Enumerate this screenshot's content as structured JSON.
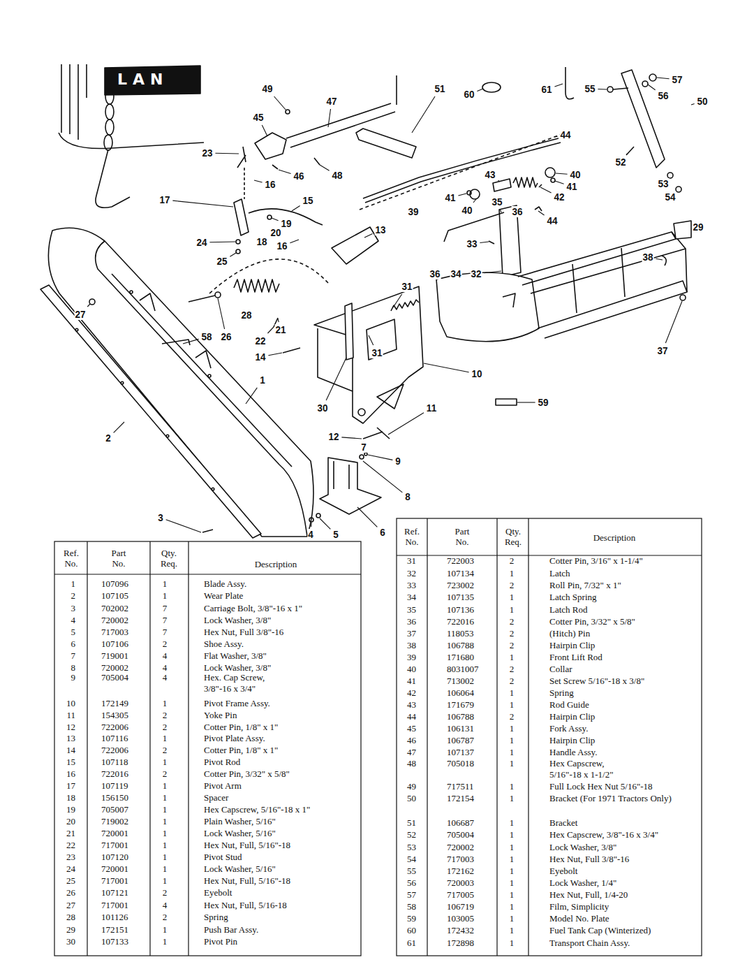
{
  "diagram": {
    "labels": [
      "LAN",
      "49",
      "47",
      "51",
      "60",
      "61",
      "55",
      "57",
      "56",
      "50",
      "45",
      "23",
      "44",
      "46",
      "48",
      "16",
      "17",
      "15",
      "43",
      "40",
      "41",
      "42",
      "41",
      "40",
      "35",
      "36",
      "52",
      "53",
      "54",
      "39",
      "44",
      "19",
      "13",
      "29",
      "24",
      "18",
      "20",
      "16",
      "33",
      "25",
      "38",
      "36",
      "34",
      "32",
      "31",
      "27",
      "28",
      "22",
      "21",
      "58",
      "26",
      "31",
      "14",
      "37",
      "10",
      "1",
      "30",
      "59",
      "11",
      "2",
      "12",
      "7",
      "9",
      "8",
      "3",
      "4",
      "5",
      "6",
      "Ref. No.",
      "Part No.",
      "Qty. Req.",
      "Description",
      "1",
      "107096",
      "1",
      "Blade Assy.",
      "2",
      "107105",
      "1",
      "Wear Plate",
      "3",
      "702002",
      "7",
      "Carriage Bolt, 3/8\"-16 x 1\"",
      "4",
      "720002",
      "7",
      "Lock Washer, 3/8\"",
      "5",
      "717003",
      "7",
      "Hex Nut, Full 3/8\"-16",
      "6",
      "107106",
      "2",
      "Shoe Assy.",
      "7",
      "719001",
      "4",
      "Flat Washer, 3/8\"",
      "8",
      "720002",
      "4",
      "Lock Washer, 3/8\"",
      "9",
      "705004",
      "4",
      "Hex. Cap Screw, 3/8\"-16 x 3/4\"",
      "10",
      "172149",
      "1",
      "Pivot Frame Assy.",
      "11",
      "154305",
      "2",
      "Yoke Pin",
      "12",
      "722006",
      "2",
      "Cotter Pin, 1/8\" x 1\"",
      "13",
      "107116",
      "1",
      "Pivot Plate Assy.",
      "14",
      "722006",
      "2",
      "Cotter Pin, 1/8\" x 1\"",
      "15",
      "107118",
      "1",
      "Pivot Rod",
      "16",
      "722016",
      "2",
      "Cotter Pin, 3/32\" x 5/8\"",
      "17",
      "107119",
      "1",
      "Pivot Arm",
      "18",
      "156150",
      "1",
      "Spacer",
      "19",
      "705007",
      "1",
      "Hex Capscrew, 5/16\"-18 x 1\"",
      "20",
      "719002",
      "1",
      "Plain Washer, 5/16\"",
      "21",
      "720001",
      "1",
      "Lock Washer, 5/16\"",
      "22",
      "717001",
      "1",
      "Hex Nut, Full, 5/16\"-18",
      "23",
      "107120",
      "1",
      "Pivot Stud",
      "24",
      "720001",
      "1",
      "Lock Washer, 5/16\"",
      "25",
      "717001",
      "1",
      "Hex Nut, Full, 5/16\"-18",
      "26",
      "107121",
      "2",
      "Eyebolt",
      "27",
      "717001",
      "4",
      "Hex Nut, Full, 5/16-18",
      "28",
      "101126",
      "2",
      "Spring",
      "29",
      "172151",
      "1",
      "Push Bar Assy.",
      "30",
      "107133",
      "1",
      "Pivot Pin",
      "Ref. No.",
      "Part No.",
      "Qty. Req.",
      "Description",
      "31",
      "722003",
      "2",
      "Cotter Pin, 3/16\" x 1-1/4\"",
      "32",
      "107134",
      "1",
      "Latch",
      "33",
      "723002",
      "2",
      "Roll Pin, 7/32\" x 1\"",
      "34",
      "107135",
      "1",
      "Latch Spring",
      "35",
      "107136",
      "1",
      "Latch Rod",
      "36",
      "722016",
      "2",
      "Cotter Pin, 3/32\" x 5/8\"",
      "37",
      "118053",
      "2",
      "(Hitch) Pin",
      "38",
      "106788",
      "2",
      "Hairpin Clip",
      "39",
      "171680",
      "1",
      "Front Lift Rod",
      "40",
      "8031007",
      "2",
      "Collar",
      "41",
      "713002",
      "2",
      "Set Screw 5/16\"-18 x 3/8\"",
      "42",
      "106064",
      "1",
      "Spring",
      "43",
      "171679",
      "1",
      "Rod Guide",
      "44",
      "106788",
      "2",
      "Hairpin Clip",
      "45",
      "106131",
      "1",
      "Fork Assy.",
      "46",
      "106787",
      "1",
      "Hairpin Clip",
      "47",
      "107137",
      "1",
      "Handle Assy.",
      "48",
      "705018",
      "1",
      "Hex Capscrew, 5/16\"-18 x 1-1/2\"",
      "49",
      "717511",
      "1",
      "Full Lock Hex Nut 5/16\"-18",
      "50",
      "172154",
      "1",
      "Bracket (For 1971 Tractors Only)",
      "51",
      "106687",
      "1",
      "Bracket",
      "52",
      "705004",
      "1",
      "Hex Capscrew, 3/8\"-16 x 3/4\"",
      "53",
      "720002",
      "1",
      "Lock Washer, 3/8\"",
      "54",
      "717003",
      "1",
      "Hex Nut, Full 3/8\"-16",
      "55",
      "172162",
      "1",
      "Eyebolt",
      "56",
      "720003",
      "1",
      "Lock Washer, 1/4\"",
      "57",
      "717005",
      "1",
      "Hex Nut, Full, 1/4-20",
      "58",
      "106719",
      "1",
      "Film, Simplicity",
      "59",
      "103005",
      "1",
      "Model No. Plate",
      "60",
      "172432",
      "1",
      "Fuel Tank Cap (Winterized)",
      "61",
      "172898",
      "1",
      "Transport Chain Assy."
    ]
  }
}
